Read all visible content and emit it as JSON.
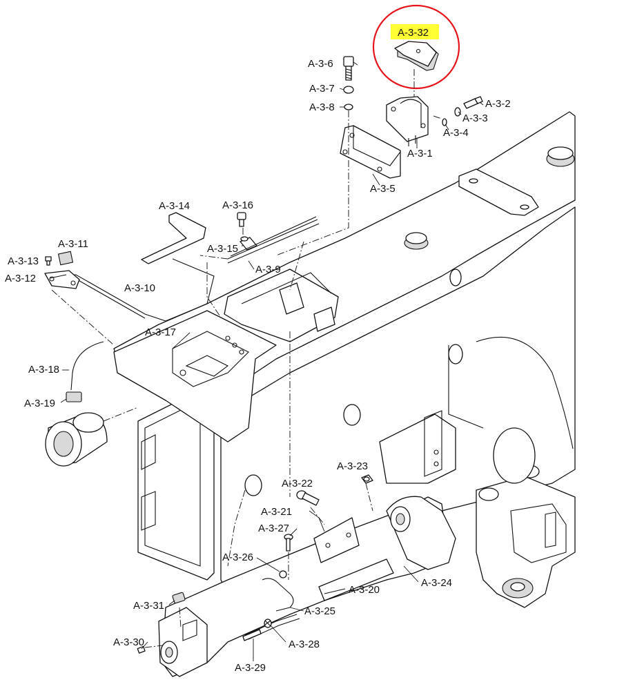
{
  "highlight": {
    "color": "#e8141c",
    "marker": "#ffff33"
  },
  "labels": [
    {
      "id": "a3-32",
      "text": "A-3-32",
      "highlighted": true
    },
    {
      "id": "a3-6",
      "text": "A-3-6"
    },
    {
      "id": "a3-7",
      "text": "A-3-7"
    },
    {
      "id": "a3-8",
      "text": "A-3-8"
    },
    {
      "id": "a3-2",
      "text": "A-3-2"
    },
    {
      "id": "a3-3",
      "text": "A-3-3"
    },
    {
      "id": "a3-4",
      "text": "A-3-4"
    },
    {
      "id": "a3-1",
      "text": "A-3-1"
    },
    {
      "id": "a3-5",
      "text": "A-3-5"
    },
    {
      "id": "a3-14",
      "text": "A-3-14"
    },
    {
      "id": "a3-16",
      "text": "A-3-16"
    },
    {
      "id": "a3-11",
      "text": "A-3-11"
    },
    {
      "id": "a3-13",
      "text": "A-3-13"
    },
    {
      "id": "a3-15",
      "text": "A-3-15"
    },
    {
      "id": "a3-12",
      "text": "A-3-12"
    },
    {
      "id": "a3-9",
      "text": "A-3-9"
    },
    {
      "id": "a3-10",
      "text": "A-3-10"
    },
    {
      "id": "a3-17",
      "text": "A-3-17"
    },
    {
      "id": "a3-18",
      "text": "A-3-18"
    },
    {
      "id": "a3-19",
      "text": "A-3-19"
    },
    {
      "id": "a3-23",
      "text": "A-3-23"
    },
    {
      "id": "a3-22",
      "text": "A-3-22"
    },
    {
      "id": "a3-21",
      "text": "A-3-21"
    },
    {
      "id": "a3-27",
      "text": "A-3-27"
    },
    {
      "id": "a3-26",
      "text": "A-3-26"
    },
    {
      "id": "a3-24",
      "text": "A-3-24"
    },
    {
      "id": "a3-20",
      "text": "A-3-20"
    },
    {
      "id": "a3-25",
      "text": "A-3-25"
    },
    {
      "id": "a3-31",
      "text": "A-3-31"
    },
    {
      "id": "a3-28",
      "text": "A-3-28"
    },
    {
      "id": "a3-30",
      "text": "A-3-30"
    },
    {
      "id": "a3-29",
      "text": "A-3-29"
    }
  ]
}
